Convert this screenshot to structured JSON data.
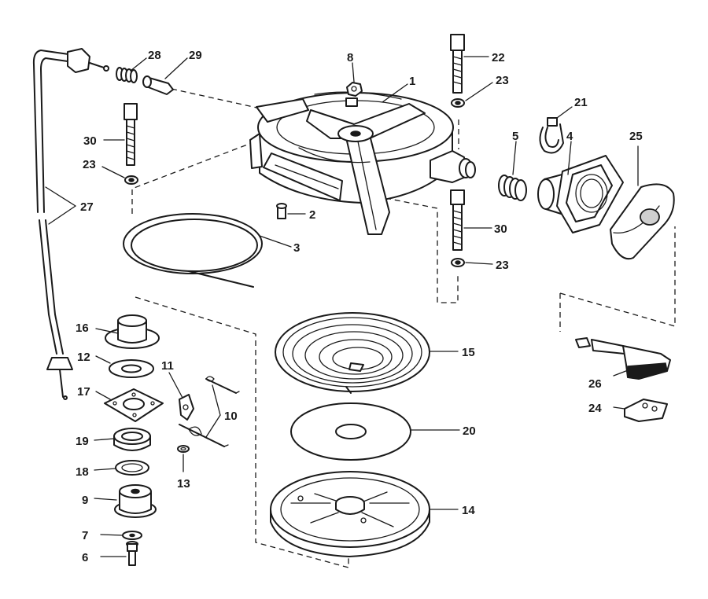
{
  "labels": {
    "p1": "1",
    "p2": "2",
    "p3": "3",
    "p4": "4",
    "p5": "5",
    "p6": "6",
    "p7": "7",
    "p8": "8",
    "p9": "9",
    "p10": "10",
    "p11": "11",
    "p12": "12",
    "p13": "13",
    "p14": "14",
    "p15": "15",
    "p16": "16",
    "p17": "17",
    "p18": "18",
    "p19": "19",
    "p20": "20",
    "p21": "21",
    "p22": "22",
    "p23a": "23",
    "p23b": "23",
    "p23c": "23",
    "p24": "24",
    "p25": "25",
    "p26": "26",
    "p27": "27",
    "p28": "28",
    "p29": "29",
    "p30a": "30",
    "p30b": "30"
  }
}
